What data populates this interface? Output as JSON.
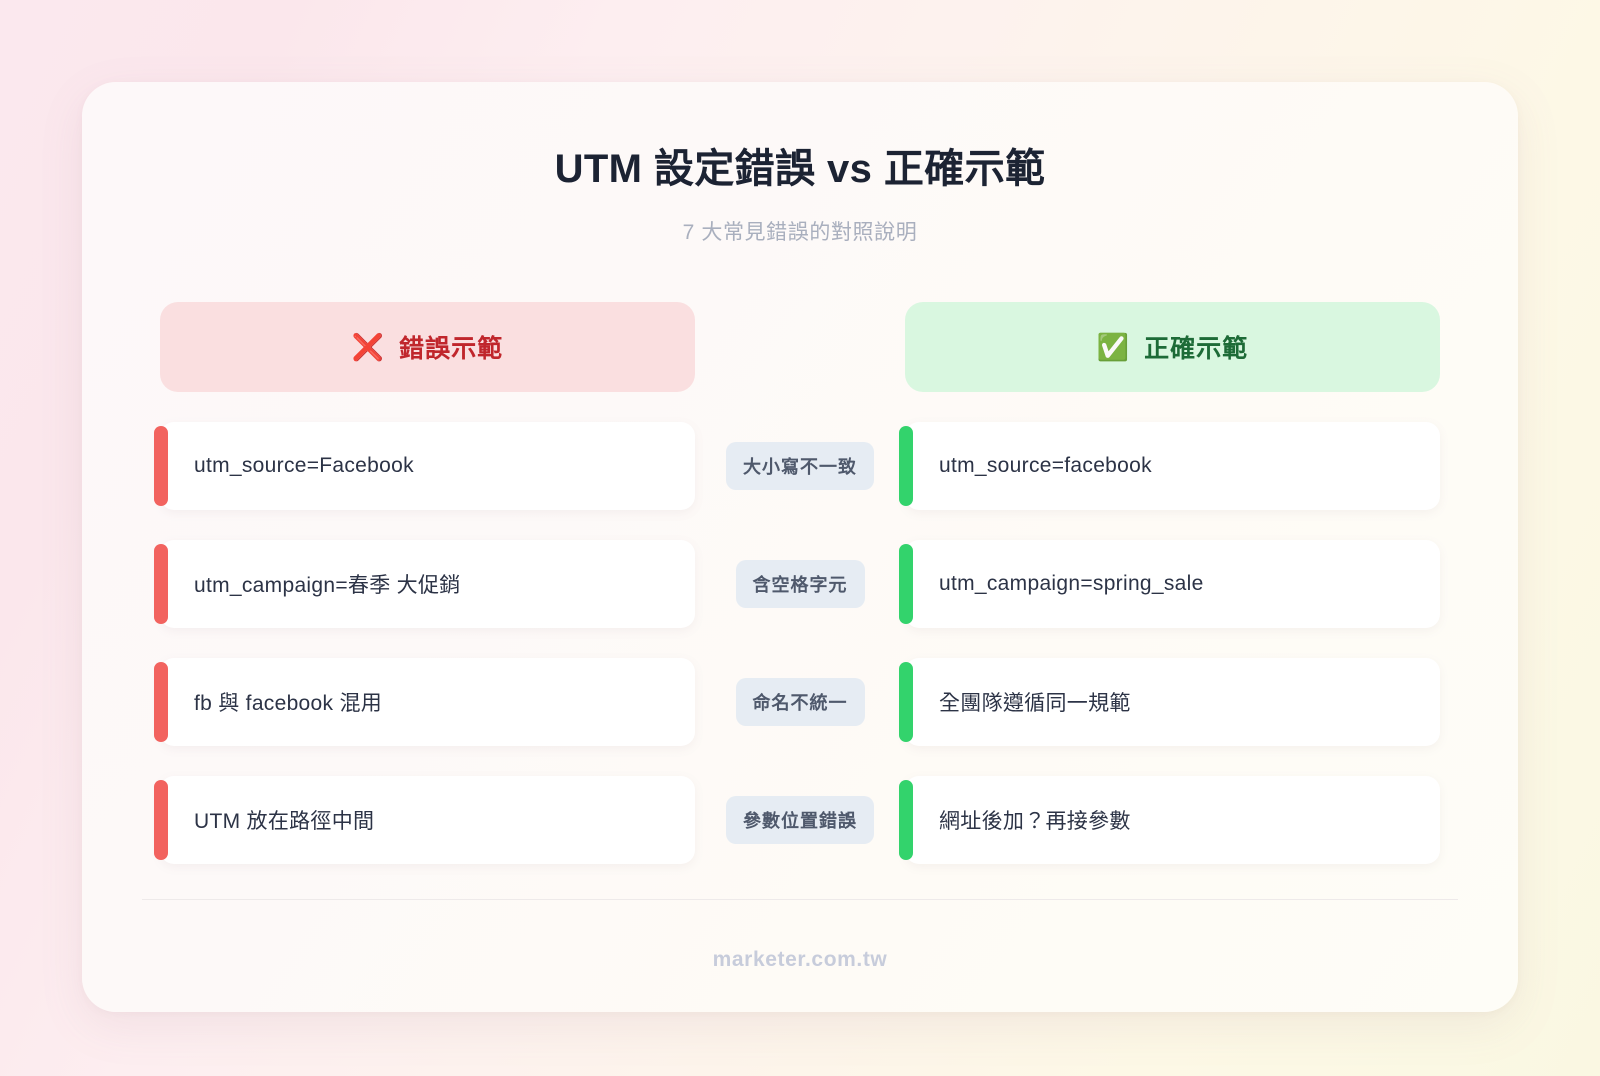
{
  "header": {
    "title": "UTM 設定錯誤 vs 正確示範",
    "subtitle": "7 大常見錯誤的對照說明"
  },
  "columns": {
    "bad": {
      "icon": "❌",
      "icon_name": "cross-mark-icon",
      "label": "錯誤示範",
      "accent": "#f2635f",
      "bg": "#fadfe0",
      "fg": "#c0262c"
    },
    "good": {
      "icon": "✅",
      "icon_name": "check-mark-button-icon",
      "label": "正確示範",
      "accent": "#33d36c",
      "bg": "#d9f7e0",
      "fg": "#1d6b37"
    }
  },
  "rows": [
    {
      "bad": "utm_source=Facebook",
      "label": "大小寫不一致",
      "good": "utm_source=facebook"
    },
    {
      "bad": "utm_campaign=春季 大促銷",
      "label": "含空格字元",
      "good": "utm_campaign=spring_sale"
    },
    {
      "bad": "fb 與 facebook 混用",
      "label": "命名不統一",
      "good": "全團隊遵循同一規範"
    },
    {
      "bad": "UTM 放在路徑中間",
      "label": "參數位置錯誤",
      "good": "網址後加？再接參數"
    }
  ],
  "footer": {
    "site": "marketer.com.tw"
  }
}
